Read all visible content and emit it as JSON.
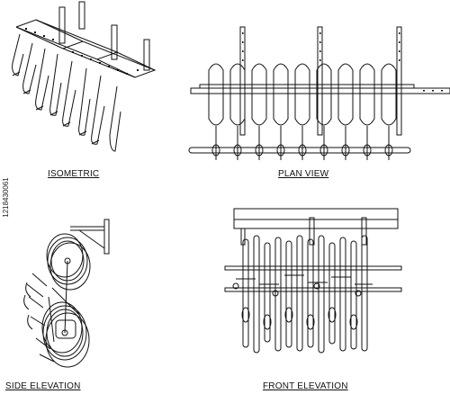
{
  "views": {
    "isometric": "ISOMETRIC",
    "plan": "PLAN VIEW",
    "side": "SIDE ELEVATION",
    "front": "FRONT ELEVATION"
  },
  "stock_id": "1218430061",
  "colors": {
    "line": "#111111",
    "background": "#ffffff"
  }
}
